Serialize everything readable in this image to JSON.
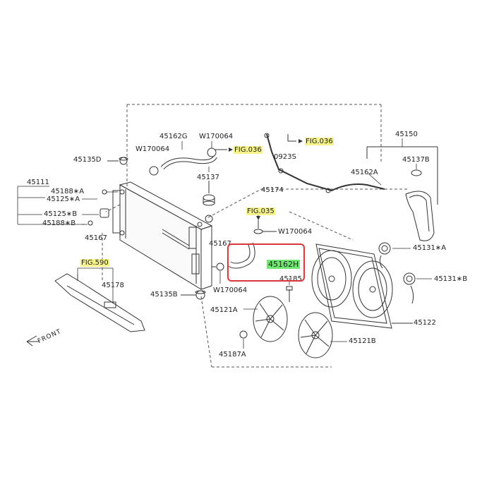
{
  "theme": {
    "line": "#333333",
    "highlight": "#f6f38a",
    "callout": "#d9363e",
    "selected": "#6ee86e"
  },
  "labels": {
    "p45162G": "45162G",
    "w170064_top_right": "W170064",
    "w170064_top_left": "W170064",
    "fig036_hose": "FIG.036",
    "p45135D": "45135D",
    "p45137": "45137",
    "p45111": "45111",
    "p45188A": "45188∗A",
    "p45125A": "45125∗A",
    "p45125B": "45125∗B",
    "p45188B": "45188∗B",
    "p45167_left": "45167",
    "p45167_right": "45167",
    "fig035": "FIG.035",
    "w170064_cap": "W170064",
    "p45162H": "45162H",
    "fig590": "FIG.590",
    "p45178": "45178",
    "p45135B": "45135B",
    "w170064_bottom": "W170064",
    "p45185": "45185",
    "p45121A": "45121A",
    "p45121B": "45121B",
    "p45187A": "45187A",
    "p45122": "45122",
    "p45131A": "45131∗A",
    "p45131B": "45131∗B",
    "p45150": "45150",
    "p45137B": "45137B",
    "p45162A": "45162A",
    "p09235": "0923S",
    "fig036_tank": "FIG.036",
    "p45174": "45174",
    "front": "FRONT"
  }
}
